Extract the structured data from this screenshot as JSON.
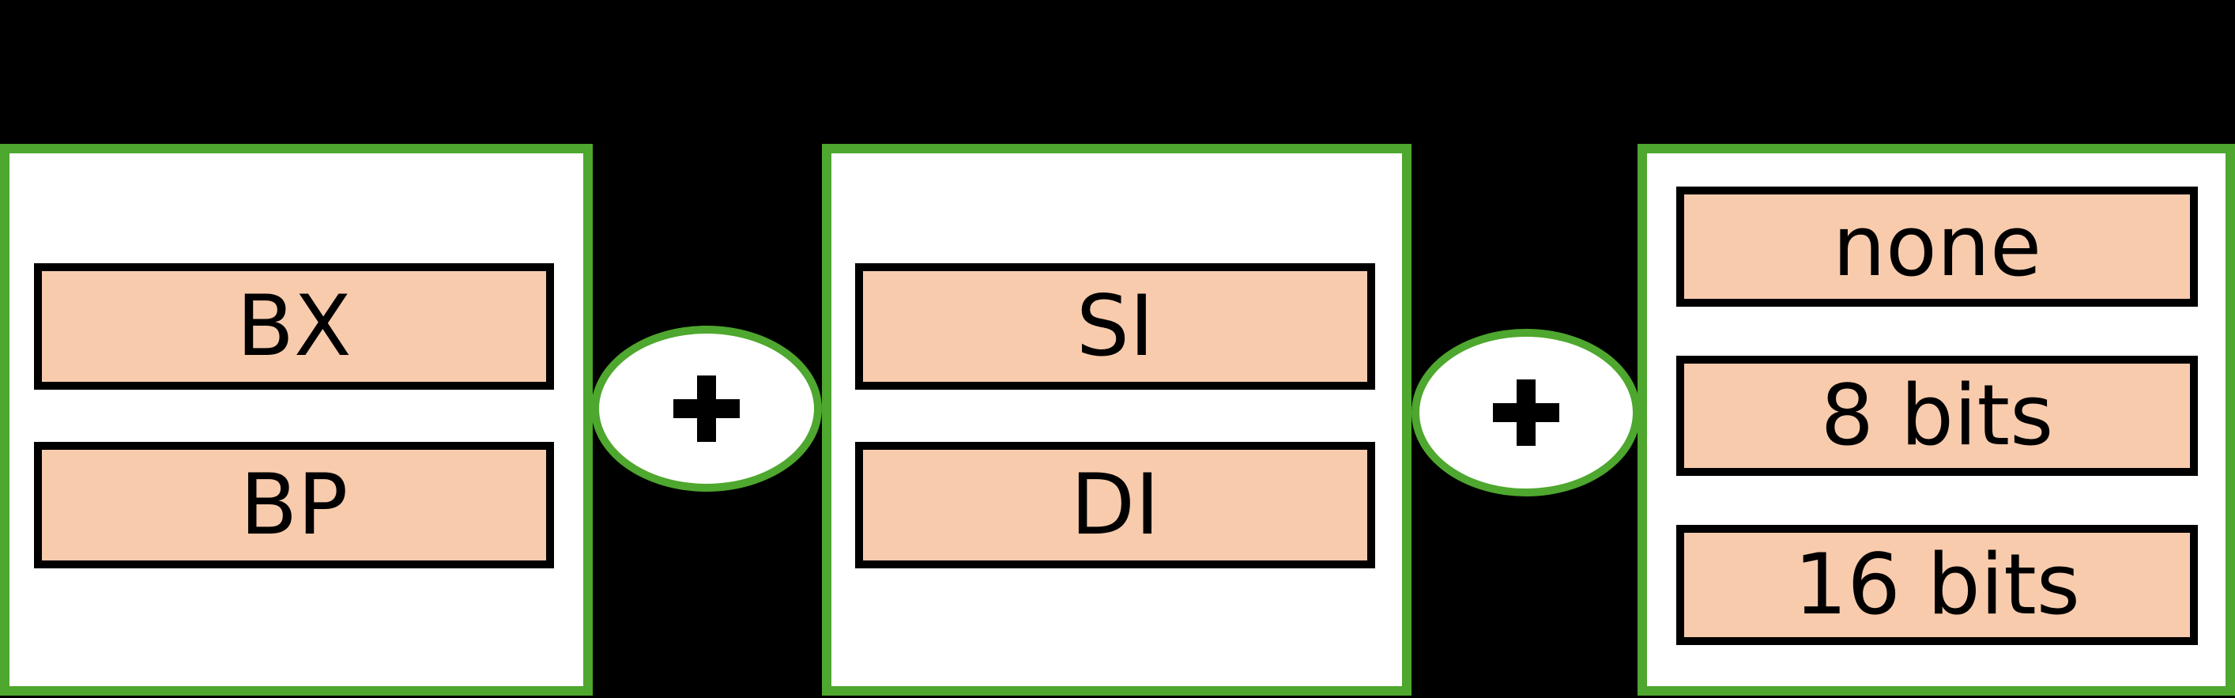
{
  "theme": {
    "bg": "#000000",
    "panel-fill": "#ffffff",
    "panel-border": "#4EA72E",
    "chip-fill": "#F8CBAD",
    "chip-border": "#000000",
    "text": "#000000"
  },
  "diagram": {
    "groups": [
      {
        "items": [
          "BX",
          "BP"
        ]
      },
      {
        "items": [
          "SI",
          "DI"
        ]
      },
      {
        "items": [
          "none",
          "8 bits",
          "16 bits"
        ]
      }
    ],
    "operators": [
      "+",
      "+"
    ]
  }
}
